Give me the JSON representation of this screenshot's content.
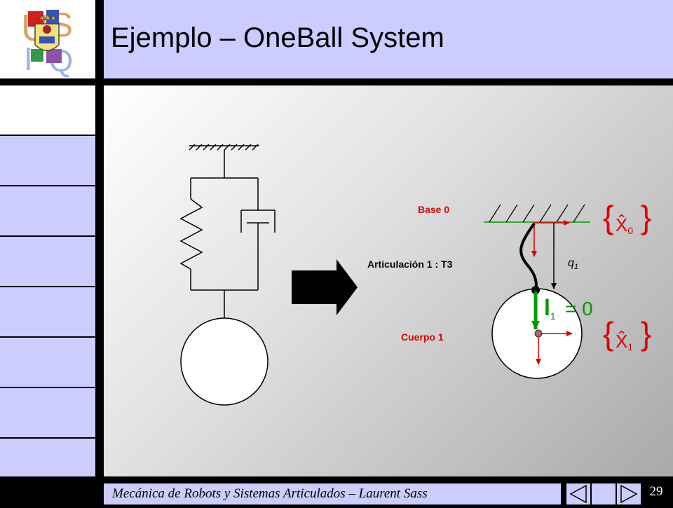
{
  "slide": {
    "title": "Ejemplo – OneBall System",
    "footer_text": "Mecánica de Robots y Sistemas Articulados – Laurent Sass",
    "page_number": "29"
  },
  "logo": {
    "icon": "university-crest-logo",
    "letters": [
      "U",
      "S",
      "I",
      "Q"
    ]
  },
  "diagram": {
    "base_label": "Base 0",
    "joint_label": "Articulación 1 : T3",
    "body_label": "Cuerpo 1",
    "q_symbol": "q",
    "q_subscript": "1",
    "frame0_symbol": "X̂",
    "frame0_subscript": "0",
    "frame1_symbol": "X̂",
    "frame1_subscript": "1",
    "l_symbol": "l",
    "l_subscript": "1",
    "l_equals": "= 0"
  },
  "navigation": {
    "prev_icon": "triangle-left-icon",
    "next_icon": "triangle-right-icon"
  },
  "colors": {
    "panel": "#ccccff",
    "red": "#dd0000",
    "green": "#009900"
  }
}
